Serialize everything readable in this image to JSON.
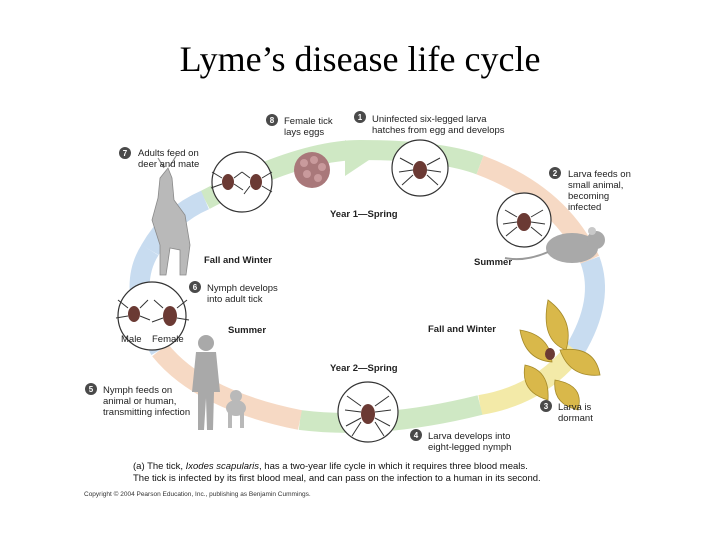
{
  "title": "Lyme’s disease life cycle",
  "steps": [
    {
      "num": "1",
      "line1": "Uninfected six-legged larva",
      "line2": "hatches from egg and develops"
    },
    {
      "num": "2",
      "line1": "Larva feeds on",
      "line2": "small animal,",
      "line3": "becoming",
      "line4": "infected"
    },
    {
      "num": "3",
      "line1": "Larva is",
      "line2": "dormant"
    },
    {
      "num": "4",
      "line1": "Larva develops into",
      "line2": "eight-legged nymph"
    },
    {
      "num": "5",
      "line1": "Nymph feeds on",
      "line2": "animal or human,",
      "line3": "transmitting infection"
    },
    {
      "num": "6",
      "line1": "Nymph develops",
      "line2": "into adult tick"
    },
    {
      "num": "7",
      "line1": "Adults feed on",
      "line2": "deer and mate"
    },
    {
      "num": "8",
      "line1": "Female tick",
      "line2": "lays eggs"
    }
  ],
  "seasons": {
    "year1_spring": "Year 1—Spring",
    "summer_right": "Summer",
    "fall_winter_right": "Fall and Winter",
    "year2_spring": "Year 2—Spring",
    "summer_left": "Summer",
    "fall_winter_left": "Fall and Winter"
  },
  "labels": {
    "male": "Male",
    "female": "Female"
  },
  "caption": {
    "prefix": "(a) The tick, ",
    "species": "Ixodes scapularis",
    "rest": ", has a two-year life cycle in which it requires three blood meals.",
    "line2": "The tick is infected by its first blood meal, and can pass on the infection to a human in its second."
  },
  "copyright": "Copyright © 2004 Pearson Education, Inc., publishing as Benjamin Cummings.",
  "colors": {
    "spring": "#cfe8c4",
    "summer": "#f6d9c4",
    "fall": "#f3eaa8",
    "winter": "#c8dcf0",
    "badge": "#4a4a4a",
    "tick_body": "#6b3a34",
    "leaf": "#d9b84a"
  }
}
